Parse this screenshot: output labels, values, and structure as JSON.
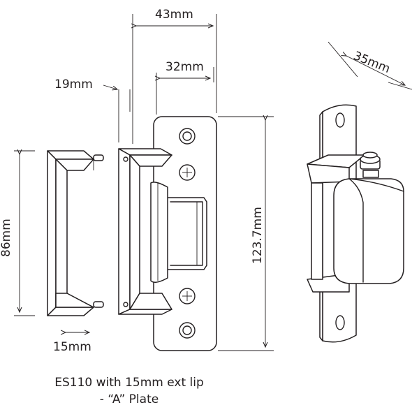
{
  "dimensions": {
    "width_43": "43mm",
    "width_32": "32mm",
    "width_19": "19mm",
    "depth_35": "35mm",
    "height_86": "86mm",
    "height_123": "123.7mm",
    "lip_15": "15mm"
  },
  "caption": {
    "line1": "ES110 with 15mm ext lip",
    "line2": "- “A” Plate"
  },
  "colors": {
    "ink": "#231f20",
    "background": "#ffffff"
  }
}
